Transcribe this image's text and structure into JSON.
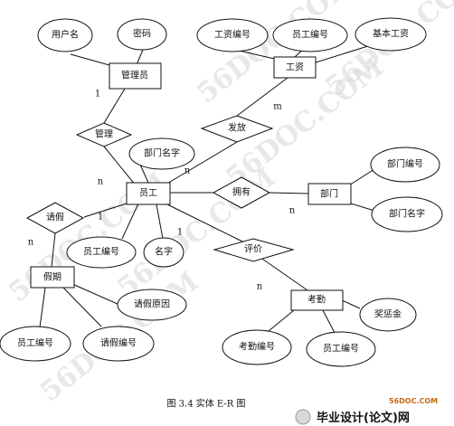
{
  "entities": {
    "manager": "管理员",
    "salary": "工资",
    "employee": "员工",
    "department": "部门",
    "leave": "假期",
    "attendance": "考勤"
  },
  "relationships": {
    "manage": "管理",
    "pay": "发放",
    "has": "拥有",
    "request_leave": "请假",
    "evaluate": "评价"
  },
  "attributes": {
    "username": "用户名",
    "password": "密码",
    "salary_id": "工资编号",
    "salary_emp_id": "员工编号",
    "base_salary": "基本工资",
    "emp_dept_name": "部门名字",
    "dept_id": "部门编号",
    "dept_name": "部门名字",
    "emp_id": "员工编号",
    "emp_name": "名字",
    "leave_reason": "请假原因",
    "leave_emp_id": "员工编号",
    "leave_id": "请假编号",
    "bonus": "奖惩金",
    "attendance_id": "考勤编号",
    "attendance_emp_id": "员工编号"
  },
  "cardinalities": {
    "manage_manager": "1",
    "manage_employee": "n",
    "pay_salary": "m",
    "pay_employee": "n",
    "has_department": "n",
    "leave_employee": "1",
    "leave_leave": "n",
    "evaluate_employee": "1",
    "evaluate_attendance": "n"
  },
  "caption": "图 3.4 实体 E-R 图",
  "watermark": "56DOC.COM",
  "logo": {
    "site": "56DOC.COM",
    "name": "毕业设计(论文)网"
  }
}
